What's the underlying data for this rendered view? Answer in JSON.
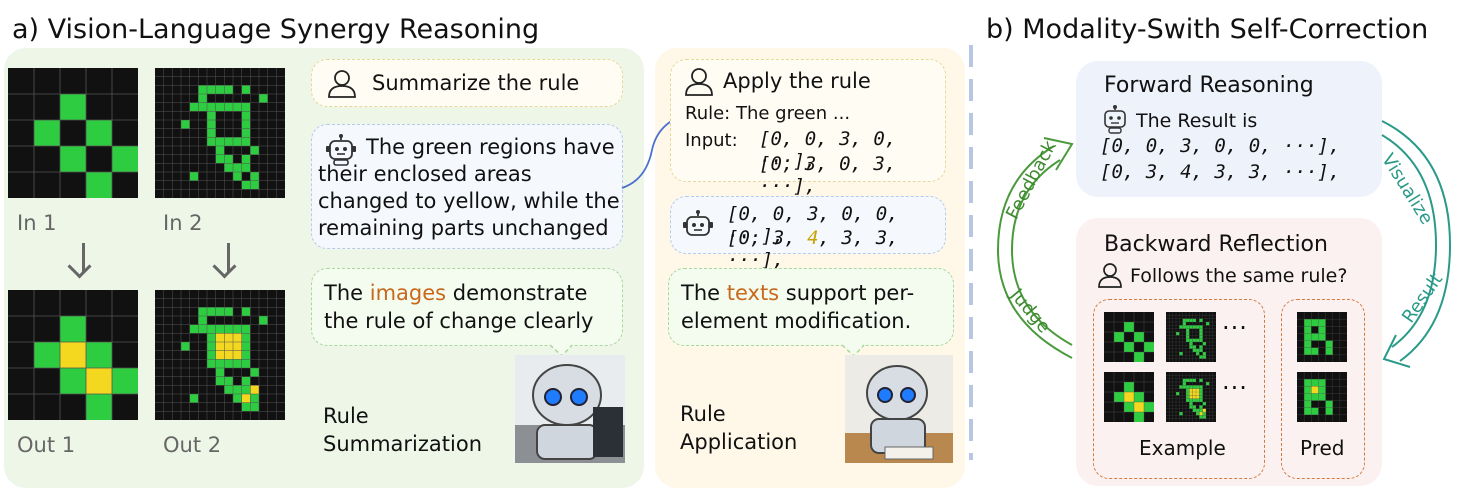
{
  "colors": {
    "panel_a": "#eef6e8",
    "panel_apply": "#fff8e8",
    "panel_forward": "#eef2fa",
    "panel_backward": "#fcf1f1",
    "green_cell": "#2ecc40",
    "yellow_cell": "#f4d81f",
    "grid_bg": "#111111",
    "highlight_images": "#c8681b",
    "highlight_texts": "#c8681b",
    "highlight_four": "#c9a400",
    "feedback_arrow": "#4a9a3c",
    "visualize_arrow": "#2a9a88",
    "separator": "#b7c6e3"
  },
  "section_a": {
    "title": "a) Vision-Language Synergy Reasoning",
    "in1": "In 1",
    "in2": "In 2",
    "out1": "Out 1",
    "out2": "Out 2",
    "summarize_prompt": "Summarize the rule",
    "robot_answer": [
      "The green regions have",
      "their enclosed areas",
      "changed to yellow, while the",
      "remaining parts unchanged"
    ],
    "images_note": {
      "prefix": "The ",
      "highlight": "images",
      "suffix": " demonstrate",
      "line2": "the rule of change clearly"
    },
    "rule_summarization": [
      "Rule",
      "Summarization"
    ],
    "apply_prompt": "Apply the rule",
    "rule_line": "Rule: The green ...",
    "input_label": "Input:",
    "input_line1": "[0, 0, 3, 0, ···],",
    "input_line2": "[0, 3, 0, 3, ···],",
    "output_line1": "[0, 0, 3, 0, 0, ···],",
    "output_line2_prefix": "[0, 3, ",
    "output_line2_highlight": "4",
    "output_line2_suffix": ", 3, 3, ···],",
    "texts_note": {
      "prefix": "The ",
      "highlight": "texts",
      "suffix": " support per-",
      "line2": "element modification."
    },
    "rule_application": [
      "Rule",
      "Application"
    ]
  },
  "section_b": {
    "title": "b) Modality-Swith Self-Correction",
    "forward_title": "Forward Reasoning",
    "result_is": "The Result is",
    "result_line1": "[0, 0, 3, 0, 0, ···],",
    "result_line2": "[0, 3, 4, 3, 3, ···],",
    "backward_title": "Backward Reflection",
    "question": "Follows the same rule?",
    "example_label": "Example",
    "pred_label": "Pred",
    "ellipsis": "···",
    "feedback": "Feedback",
    "judge": "Judge",
    "visualize": "Visualize",
    "result": "Result"
  }
}
